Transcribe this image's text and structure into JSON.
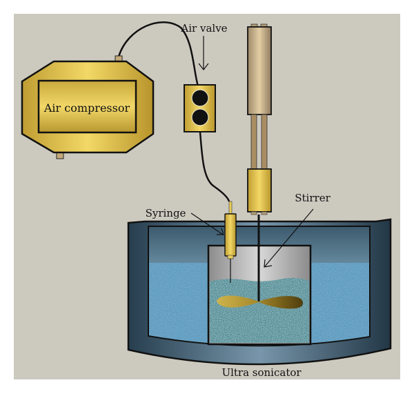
{
  "diagram": {
    "title": "Ultrasonic stirred-bath setup",
    "labels": {
      "air_compressor": "Air compressor",
      "air_valve": "Air valve",
      "syringe": "Syringe",
      "stirrer": "Stirrer",
      "ultra_sonicator": "Ultra sonicator"
    },
    "colors": {
      "background": "#ccc9bf",
      "brass": "#d9bb4a",
      "brass_light": "#f0d866",
      "tan": "#c8b08a",
      "bath_dark": "#2c4657",
      "bath_mid": "#6f93a8",
      "water": "#5f9cc0",
      "beaker_gray": "#b9b9b9",
      "blade_light": "#c7ac45",
      "blade_dark": "#5a4610"
    }
  }
}
